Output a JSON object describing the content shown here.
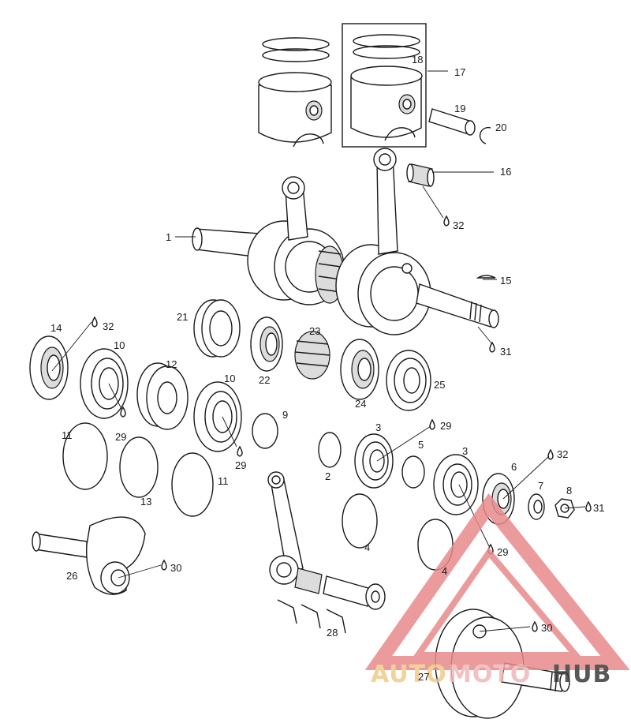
{
  "labels": {
    "p1": "1",
    "p2": "2",
    "p3a": "3",
    "p3b": "3",
    "p4a": "4",
    "p4b": "4",
    "p5": "5",
    "p6": "6",
    "p7": "7",
    "p8": "8",
    "p9": "9",
    "p10a": "10",
    "p10b": "10",
    "p11a": "11",
    "p11b": "11",
    "p12": "12",
    "p13": "13",
    "p14": "14",
    "p15": "15",
    "p16": "16",
    "p17": "17",
    "p18": "18",
    "p19": "19",
    "p20": "20",
    "p21": "21",
    "p22": "22",
    "p23": "23",
    "p24": "24",
    "p25": "25",
    "p26": "26",
    "p27": "27",
    "p28": "28",
    "p29a": "29",
    "p29b": "29",
    "p29c": "29",
    "p29d": "29",
    "p30a": "30",
    "p30b": "30",
    "p31a": "31",
    "p31b": "31",
    "p32a": "32",
    "p32b": "32",
    "p32c": "32"
  },
  "watermark": {
    "part1": "AUTO",
    "part2": "MOTO",
    "part3": "HUB",
    "color_auto": "#f2c98a",
    "color_moto": "#f0b8b8",
    "color_hub": "#3a3a3a",
    "triangle_color": "#e88a8a"
  }
}
